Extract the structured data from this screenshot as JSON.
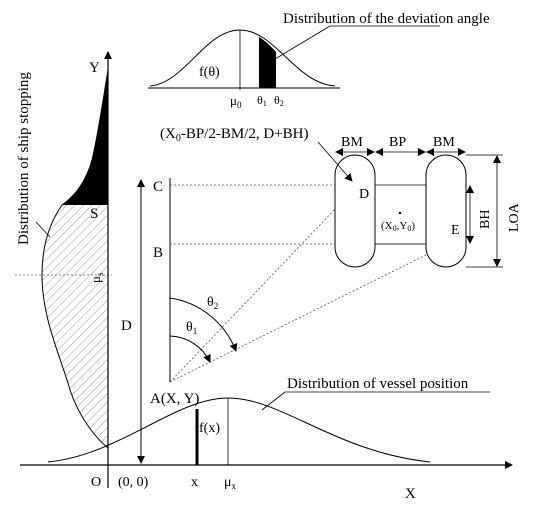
{
  "labels": {
    "deviation_title": "Distribution of the deviation angle",
    "f_theta": "f(θ)",
    "mu0": "μ",
    "mu0_sub": "0",
    "theta1": "θ",
    "theta1_sub": "1",
    "theta2": "θ",
    "theta2_sub": "2",
    "ship_stop_title": "Distribution of ship stopping",
    "y_axis": "Y",
    "s_label": "S",
    "mu_s": "μ",
    "mu_s_sub": "s",
    "point_formula": "(X",
    "point_formula_sub": "0",
    "point_formula_rest": "-BP/2-BM/2, D+BH)",
    "bm_left": "BM",
    "bp": "BP",
    "bm_right": "BM",
    "c_label": "C",
    "b_label": "B",
    "d_point": "D",
    "e_point": "E",
    "center_open": "(X",
    "center_sub1": "0",
    "center_mid": ",Y",
    "center_sub2": "0",
    "center_close": ")",
    "bh": "BH",
    "loa": "LOA",
    "theta2_angle": "θ",
    "theta2_angle_sub": "2",
    "theta1_angle": "θ",
    "theta1_angle_sub": "1",
    "d_dim": "D",
    "a_label": "A(X, Y)",
    "vessel_title": "Distribution of vessel position",
    "f_x": "f(x)",
    "o_label": "O",
    "origin": "(0, 0)",
    "x_label": "x",
    "mu_x": "μ",
    "mu_x_sub": "x",
    "x_axis": "X"
  },
  "colors": {
    "ink": "#000000",
    "hatch": "#9a9a9a",
    "guide": "#555555"
  }
}
